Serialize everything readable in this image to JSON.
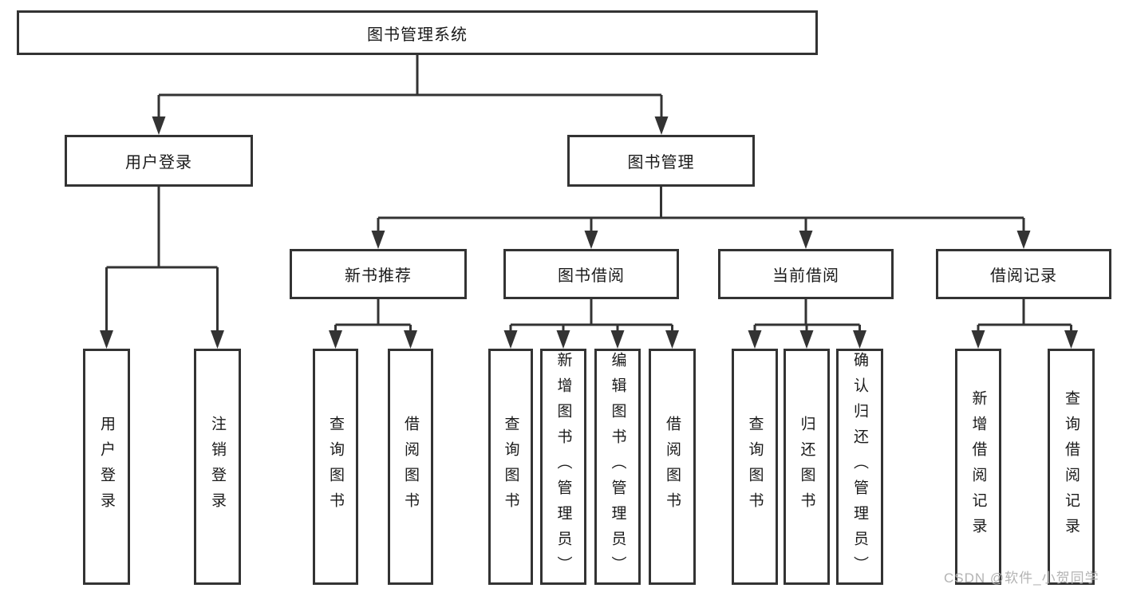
{
  "tree": {
    "label": "图书管理系统",
    "children": [
      {
        "label": "用户登录",
        "children": [
          {
            "label": "用户登录"
          },
          {
            "label": "注销登录"
          }
        ]
      },
      {
        "label": "图书管理",
        "children": [
          {
            "label": "新书推荐",
            "children": [
              {
                "label": "查询图书"
              },
              {
                "label": "借阅图书"
              }
            ]
          },
          {
            "label": "图书借阅",
            "children": [
              {
                "label": "查询图书"
              },
              {
                "label": "新增图书（管理员）"
              },
              {
                "label": "编辑图书（管理员）"
              },
              {
                "label": "借阅图书"
              }
            ]
          },
          {
            "label": "当前借阅",
            "children": [
              {
                "label": "查询图书"
              },
              {
                "label": "归还图书"
              },
              {
                "label": "确认归还（管理员）"
              }
            ]
          },
          {
            "label": "借阅记录",
            "children": [
              {
                "label": "新增借阅记录"
              },
              {
                "label": "查询借阅记录"
              }
            ]
          }
        ]
      }
    ]
  },
  "watermark": "CSDN @软件_小贺同学",
  "colors": {
    "line": "#333333",
    "text": "#1a1a1a",
    "watermark": "#b3b3b3",
    "background": "#ffffff"
  }
}
